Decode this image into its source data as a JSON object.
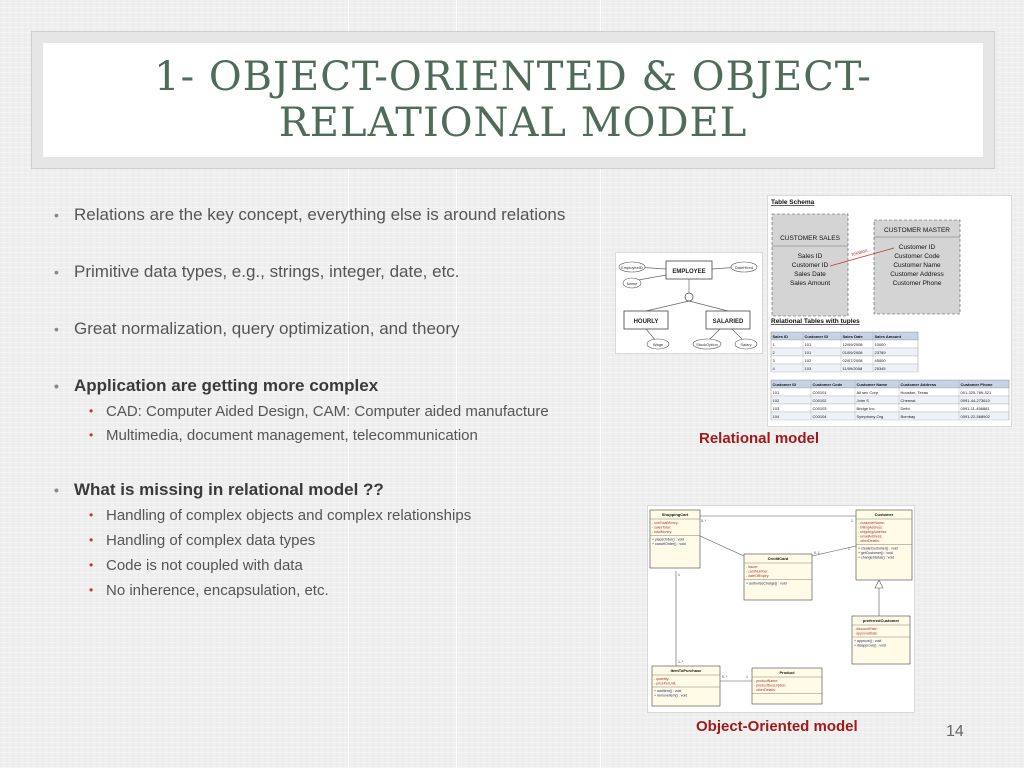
{
  "slide": {
    "title_line1": "1- OBJECT-ORIENTED & OBJECT-",
    "title_line2": "RELATIONAL MODEL",
    "page_number": "14"
  },
  "bullets": [
    "Relations are the key concept, everything else is around relations",
    "Primitive data types, e.g., strings, integer, date, etc.",
    "Great normalization, query optimization, and theory",
    "Application are getting more complex",
    "What is missing in relational model ??"
  ],
  "sub_complex": [
    "CAD: Computer Aided Design, CAM: Computer aided manufacture",
    "Multimedia, document management, telecommunication"
  ],
  "sub_missing": [
    "Handling of complex objects and complex relationships",
    "Handling of complex data types",
    "Code is not coupled with data",
    "No inherence, encapsulation, etc."
  ],
  "captions": {
    "relational": "Relational model",
    "object_oriented": "Object-Oriented model"
  },
  "er_diagram": {
    "employee": "EMPLOYEE",
    "hourly": "HOURLY",
    "salaried": "SALARIED",
    "attr_employee_id": "EmployeeID",
    "attr_date_hired": "DateHired",
    "attr_name": "Name",
    "attr_wage": "Wage",
    "attr_stock_option": "StockOption",
    "attr_salary": "Salary"
  },
  "relational_fig": {
    "schema_title": "Table Schema",
    "sales_title": "CUSTOMER SALES",
    "sales_fields": [
      "Sales ID",
      "Customer ID",
      "Sales Date",
      "Sales Amount"
    ],
    "master_title": "CUSTOMER MASTER",
    "master_fields": [
      "Customer ID",
      "Customer Code",
      "Customer Name",
      "Customer Address",
      "Customer Phone"
    ],
    "relation_label": "relation",
    "tuples_title": "Relational Tables with tuples",
    "sales_headers": [
      "Sales ID",
      "Customer ID",
      "Sales Date",
      "Sales Amount"
    ],
    "sales_rows": [
      [
        "1",
        "101",
        "12/09/2008",
        "10000"
      ],
      [
        "2",
        "101",
        "01/09/2008",
        "23789"
      ],
      [
        "3",
        "102",
        "02/07/2008",
        "45000"
      ],
      [
        "4",
        "103",
        "11/09/2008",
        "25345"
      ]
    ],
    "cust_headers": [
      "Customer ID",
      "Customer Code",
      "Customer Name",
      "Customer Address",
      "Customer Phone"
    ],
    "cust_rows": [
      [
        "101",
        "C00101",
        "All sec Corp",
        "Houston, Texas",
        "001-325-789-321"
      ],
      [
        "102",
        "C00102",
        "John S",
        "Chennai",
        "0091-44-273610"
      ],
      [
        "103",
        "C00103",
        "Bridge Inc.",
        "Delhi",
        "0091-11-456881"
      ],
      [
        "104",
        "C00104",
        "Symphony Org",
        "Bombay",
        "0091-22-568902"
      ]
    ]
  },
  "uml": {
    "shopping_cart": {
      "name": "ShoppingCart",
      "attrs": [
        "- subTotalMoney:",
        "- salesTotal:",
        "- totalMoney:"
      ],
      "ops": [
        "+ placeOrder() : void",
        "+ cancelOrder() : void"
      ]
    },
    "customer": {
      "name": "Customer",
      "attrs": [
        "- customerName:",
        "- billingAddress:",
        "- shippingAddress:",
        "- emailAddress:",
        "- otherDetails:"
      ],
      "ops": [
        "+ createCustomer() : void",
        "+ getCustomer() : void",
        "+ changeStatus() : void"
      ]
    },
    "credit_card": {
      "name": "CreditCard",
      "attrs": [
        "- issuer:",
        "- cardNumber:",
        "- dateOfExpiry:"
      ],
      "ops": [
        "+ authorizeCharge() : void"
      ]
    },
    "preferred_customer": {
      "name": "preferredCustomer",
      "attrs": [
        "- discountRate:",
        "- approvalDate:"
      ],
      "ops": [
        "+ approve() : void",
        "+ disapprove() : void"
      ]
    },
    "item_to_purchase": {
      "name": "ItemToPurchase",
      "attrs": [
        "- quantity:",
        "- pricePerUnit:"
      ],
      "ops": [
        "+ addItem() : void",
        "+ removeItem() : void"
      ]
    },
    "product": {
      "name": "Product",
      "attrs": [
        "- productName:",
        "- productDescription:",
        "- otherDetails:"
      ],
      "ops": []
    },
    "mult_one": "1",
    "mult_zero_one": "0..1",
    "mult_many": "0..*",
    "mult_one_many": "1..*"
  }
}
